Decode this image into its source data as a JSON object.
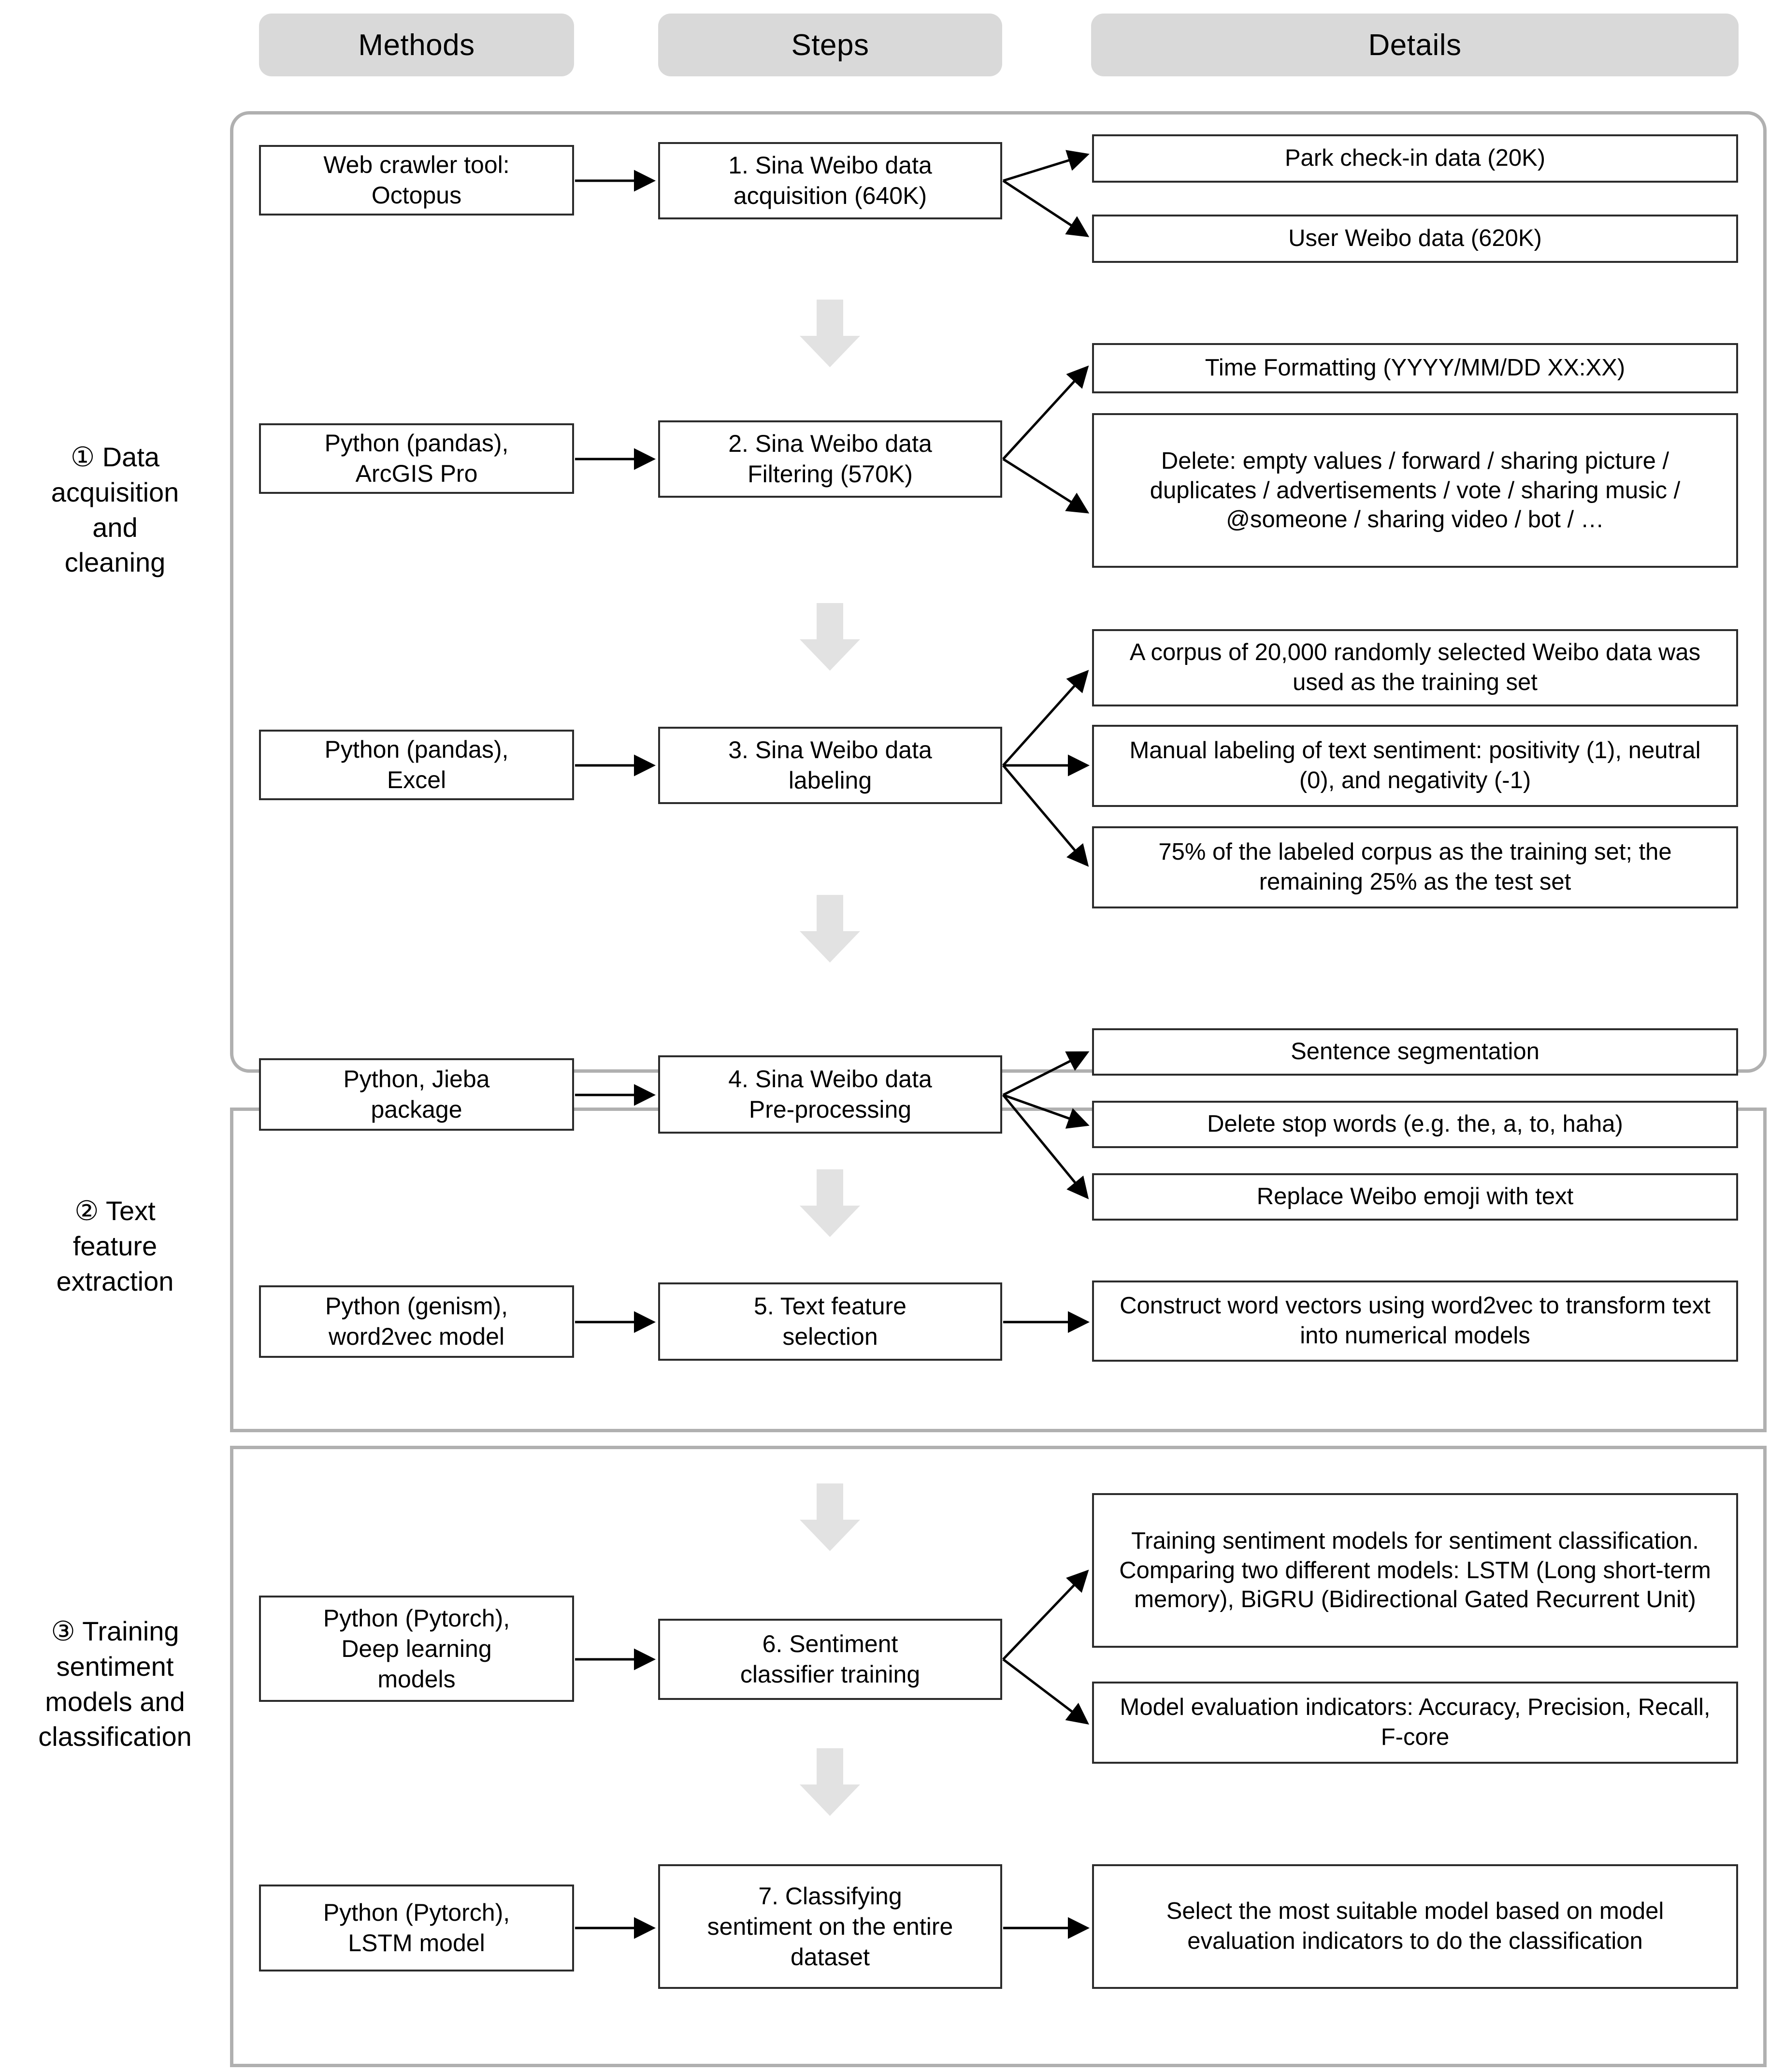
{
  "headers": {
    "methods": "Methods",
    "steps": "Steps",
    "details": "Details"
  },
  "groups": [
    {
      "id": "g1",
      "label": "① Data\nacquisition\nand\ncleaning"
    },
    {
      "id": "g2",
      "label": "② Text\nfeature\nextraction"
    },
    {
      "id": "g3",
      "label": "③ Training\nsentiment\nmodels and\nclassification"
    }
  ],
  "rows": [
    {
      "id": "row1",
      "method": "Web crawler tool:\nOctopus",
      "step": "1. Sina Weibo data\nacquisition (640K)",
      "details": [
        "Park check-in data (20K)",
        "User Weibo data (620K)"
      ]
    },
    {
      "id": "row2",
      "method": "Python (pandas),\nArcGIS Pro",
      "step": "2. Sina Weibo data\nFiltering (570K)",
      "details": [
        "Time Formatting  (YYYY/MM/DD XX:XX)",
        "Delete: empty values / forward / sharing picture / duplicates / advertisements / vote / sharing music / @someone / sharing video / bot / …"
      ]
    },
    {
      "id": "row3",
      "method": "Python (pandas),\nExcel",
      "step": "3. Sina Weibo data\nlabeling",
      "details": [
        "A corpus of 20,000 randomly selected Weibo data was used as the training set",
        "Manual labeling of text sentiment: positivity (1), neutral (0), and negativity (-1)",
        "75% of the labeled corpus as the training set; the remaining 25% as the test set"
      ]
    },
    {
      "id": "row4",
      "method": "Python, Jieba\npackage",
      "step": "4. Sina Weibo data\nPre-processing",
      "details": [
        "Sentence segmentation",
        "Delete stop words (e.g. the, a, to, haha)",
        "Replace Weibo emoji with text"
      ]
    },
    {
      "id": "row5",
      "method": "Python (genism),\nword2vec model",
      "step": "5. Text feature\nselection",
      "details": [
        "Construct word vectors using word2vec to transform text into numerical models"
      ]
    },
    {
      "id": "row6",
      "method": "Python (Pytorch),\nDeep learning\nmodels",
      "step": "6. Sentiment\nclassifier training",
      "details": [
        "Training sentiment models for sentiment classification. Comparing two different models: LSTM (Long  short-term  memory), BiGRU (Bidirectional Gated Recurrent Unit)",
        "Model evaluation indicators: Accuracy, Precision, Recall, F-core"
      ]
    },
    {
      "id": "row7",
      "method": "Python (Pytorch),\nLSTM model",
      "step": "7. Classifying\nsentiment on the entire\ndataset",
      "details": [
        "Select the most suitable model based on model evaluation indicators to do the classification"
      ]
    }
  ],
  "icons": {
    "step_flow_arrow": "down-arrow-icon",
    "connector_arrow": "right-arrow-icon"
  },
  "colors": {
    "header_fill": "#d9d9d9",
    "section_border": "#b0b0b0",
    "node_border": "#2b2b2b",
    "flow_arrow_fill": "#e2e2e2",
    "text": "#000000",
    "background": "#ffffff"
  }
}
